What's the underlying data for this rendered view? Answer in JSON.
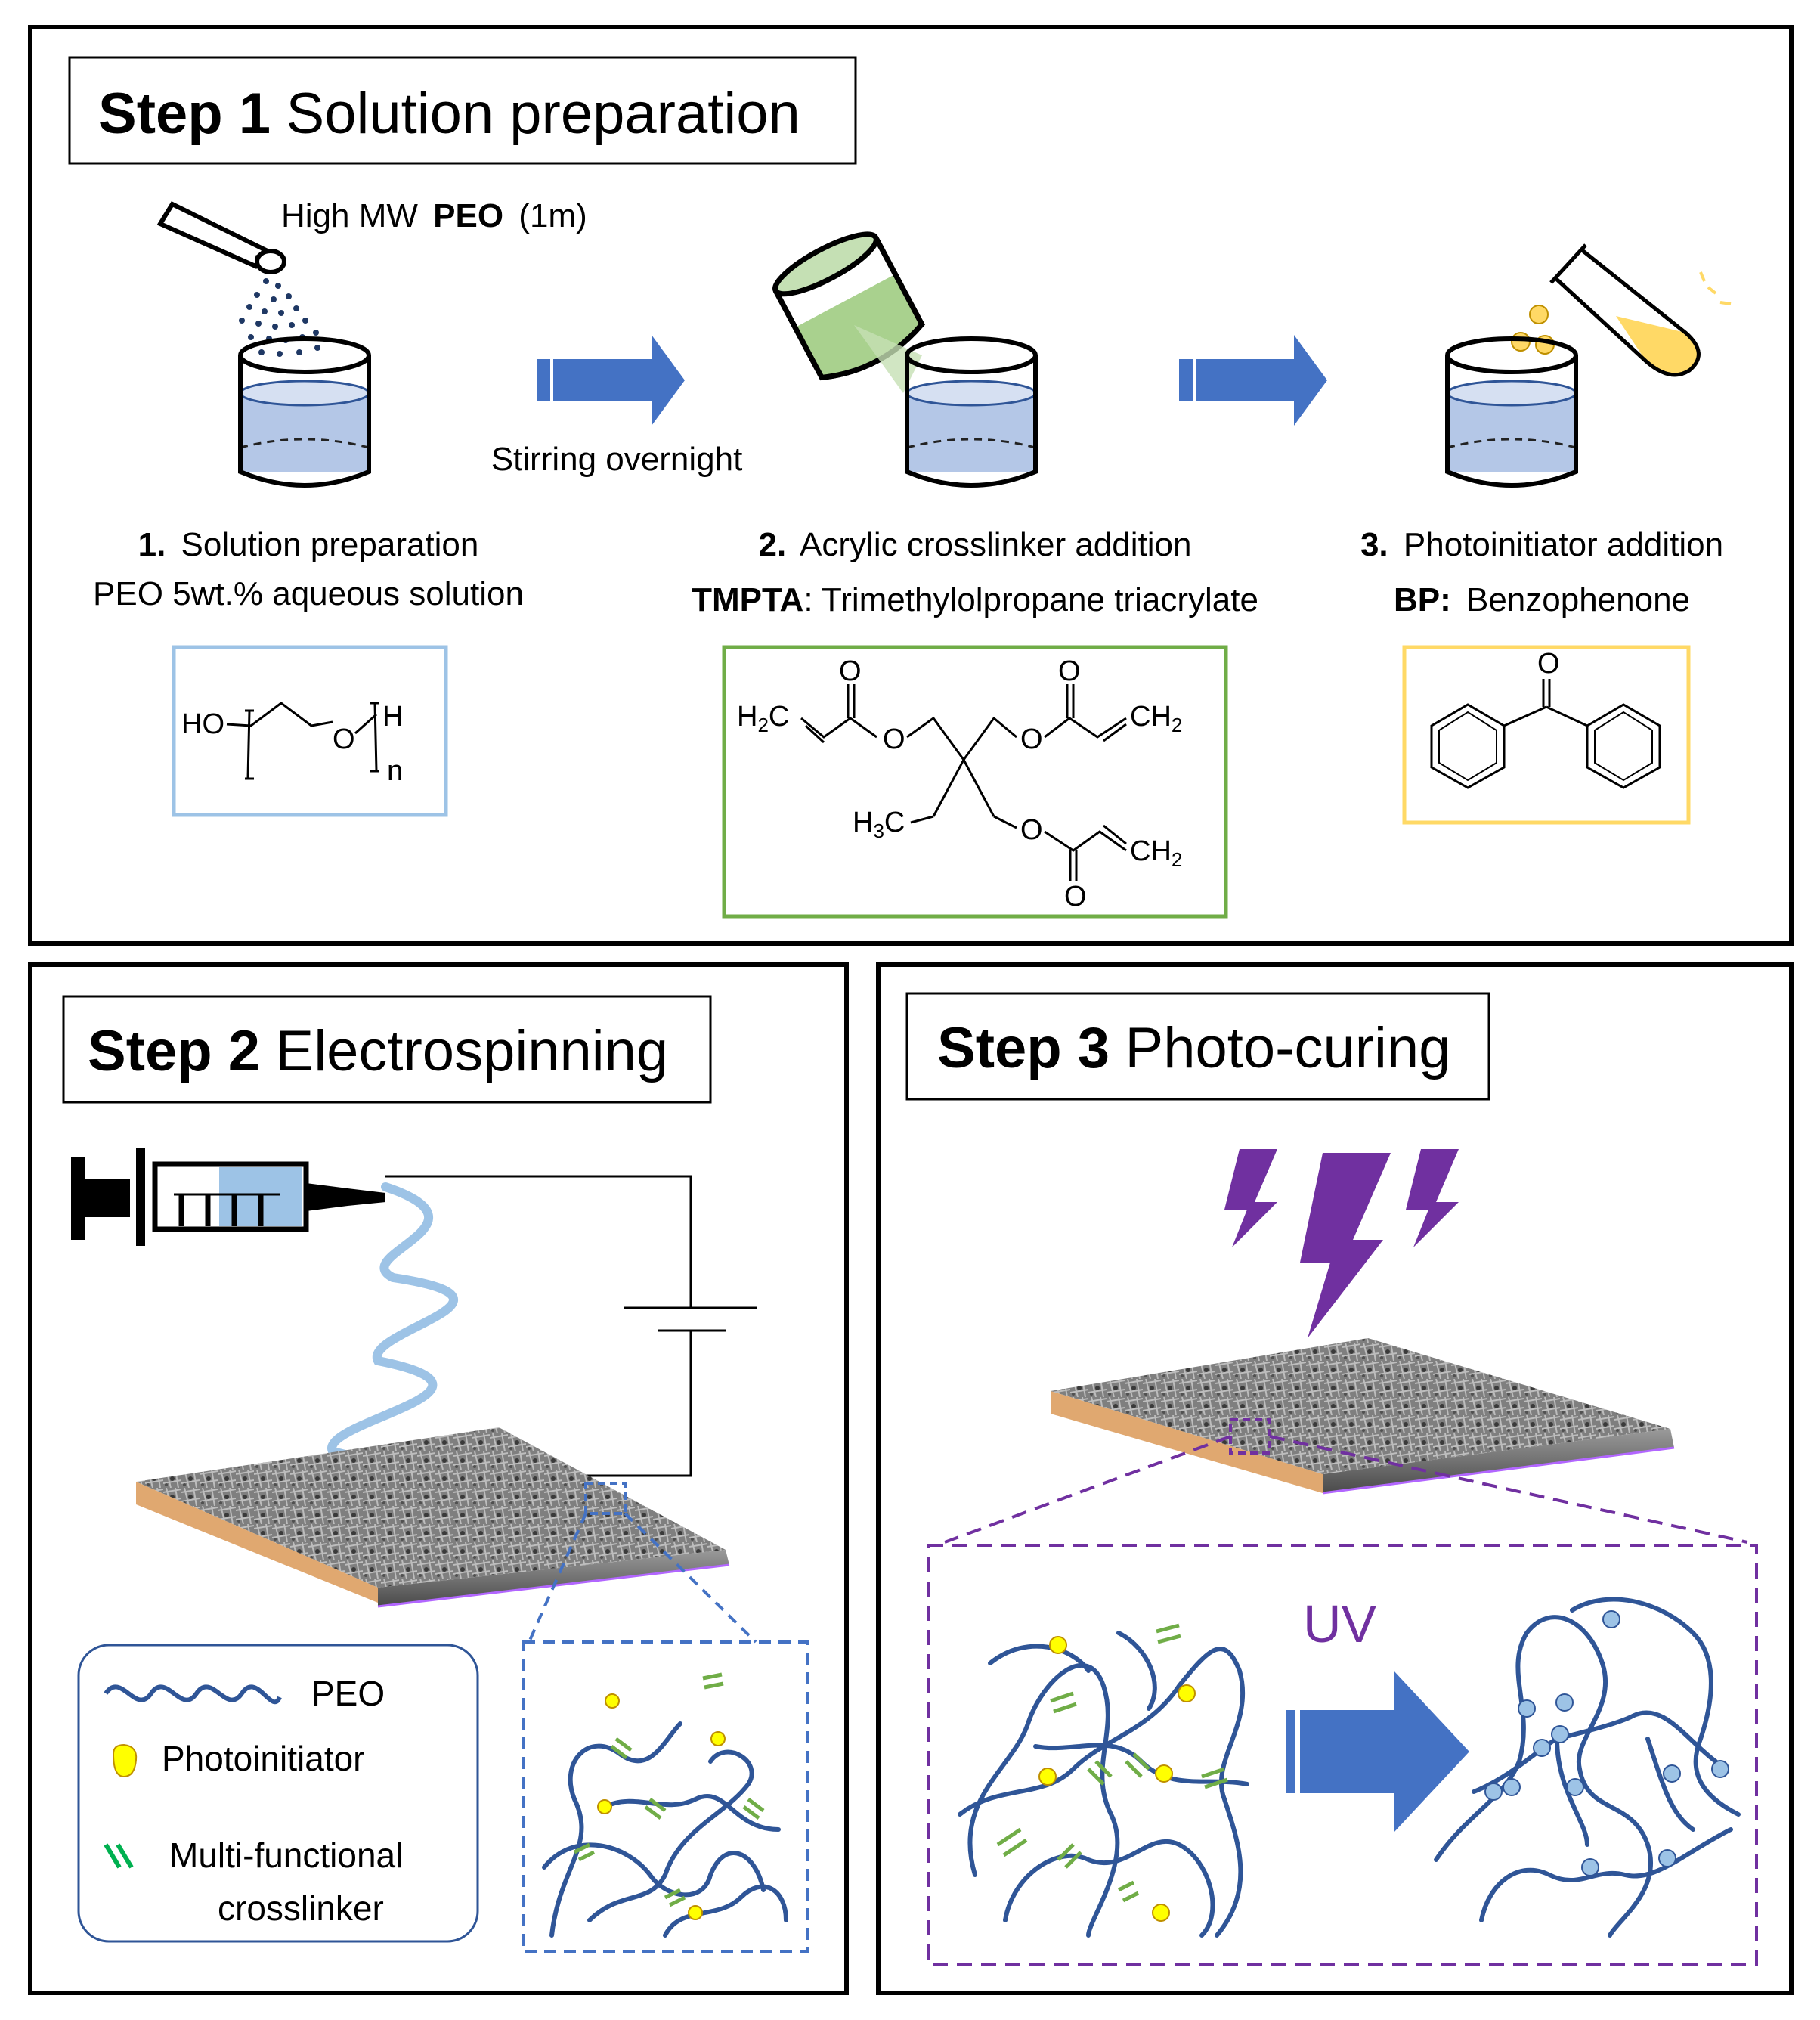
{
  "step1": {
    "label_bold": "Step 1",
    "label_rest": "Solution preparation",
    "powder_label_prefix": "High MW",
    "powder_label_bold": "PEO",
    "powder_label_suffix": "(1m)",
    "arrow1_label": "Stirring overnight",
    "sub1": {
      "num": "1.",
      "title": "Solution preparation",
      "line2": "PEO 5wt.% aqueous solution"
    },
    "sub2": {
      "num": "2.",
      "title": "Acrylic crosslinker addition",
      "abbr": "TMPTA",
      "full": ": Trimethylolpropane triacrylate"
    },
    "sub3": {
      "num": "3.",
      "title": "Photoinitiator addition",
      "abbr": "BP:",
      "full": "Benzophenone"
    },
    "peo_structure": {
      "ho": "HO",
      "o": "O",
      "h": "H",
      "n": "n"
    },
    "tmpta_structure": {
      "h2c": "H",
      "h2c_sub": "2",
      "h2c_c": "C",
      "ch2": "CH",
      "ch2_sub": "2",
      "h3c": "H",
      "h3c_sub": "3",
      "h3c_c": "C",
      "o": "O"
    },
    "bp_structure": {
      "o": "O"
    }
  },
  "step2": {
    "label_bold": "Step 2",
    "label_rest": "Electrospinning",
    "legend": {
      "peo": "PEO",
      "photoinitiator": "Photoinitiator",
      "crosslinker_line1": "Multi-functional",
      "crosslinker_line2": "crosslinker"
    }
  },
  "step3": {
    "label_bold": "Step 3",
    "label_rest": "Photo-curing",
    "uv_label": "UV"
  },
  "colors": {
    "frame": "#000000",
    "blue_arrow": "#4472c4",
    "water": "#b4c7e7",
    "peo_box": "#9dc3e6",
    "tmpta_box": "#70ad47",
    "bp_box": "#ffd966",
    "green_liquid": "#a9d18e",
    "yellow": "#ffd966",
    "purple": "#7030a0",
    "chain": "#2f5597",
    "crosslinker": "#70ad47"
  },
  "icons": [
    "spatula-icon",
    "beaker-icon",
    "cup-icon",
    "test-tube-icon",
    "syringe-icon",
    "battery-icon",
    "lightning-icon",
    "fiber-mat-icon"
  ]
}
